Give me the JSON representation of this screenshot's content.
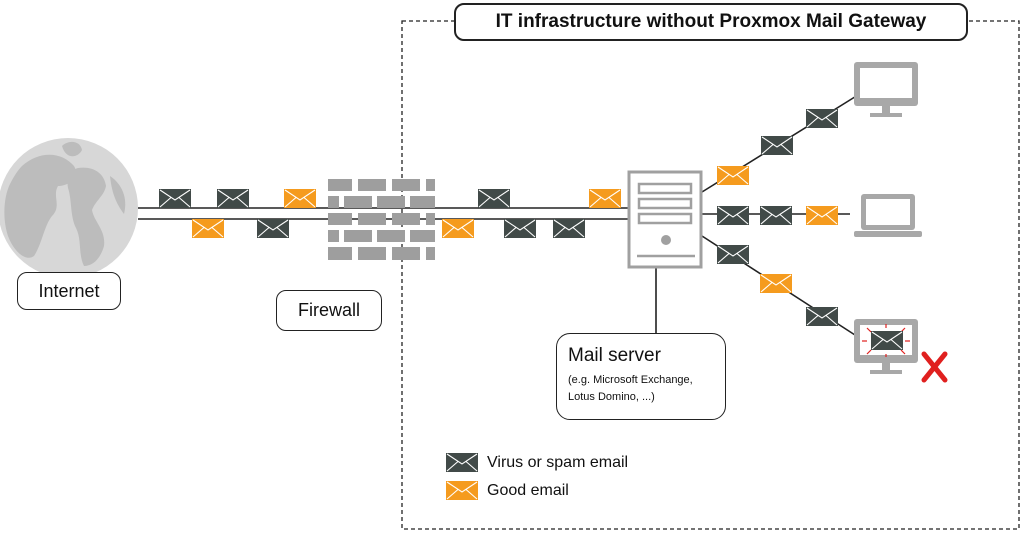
{
  "title": "IT infrastructure without Proxmox Mail Gateway",
  "nodes": {
    "internet": "Internet",
    "firewall": "Firewall",
    "mail_server": {
      "title": "Mail server",
      "subtitle_line1": "(e.g. Microsoft Exchange,",
      "subtitle_line2": "Lotus Domino, ...)"
    }
  },
  "legend": {
    "spam": "Virus or spam email",
    "good": "Good email"
  },
  "colors": {
    "spam_email": "#414a48",
    "good_email": "#f59b1e",
    "device_gray": "#a8a8a8",
    "line": "#222222",
    "infected_alert": "#e0201f"
  },
  "icons": {
    "globe": "globe-icon",
    "firewall": "brick-wall-icon",
    "server": "server-icon",
    "monitor": "monitor-icon",
    "laptop": "laptop-icon",
    "envelope": "envelope-icon",
    "blocked": "red-x-icon"
  }
}
